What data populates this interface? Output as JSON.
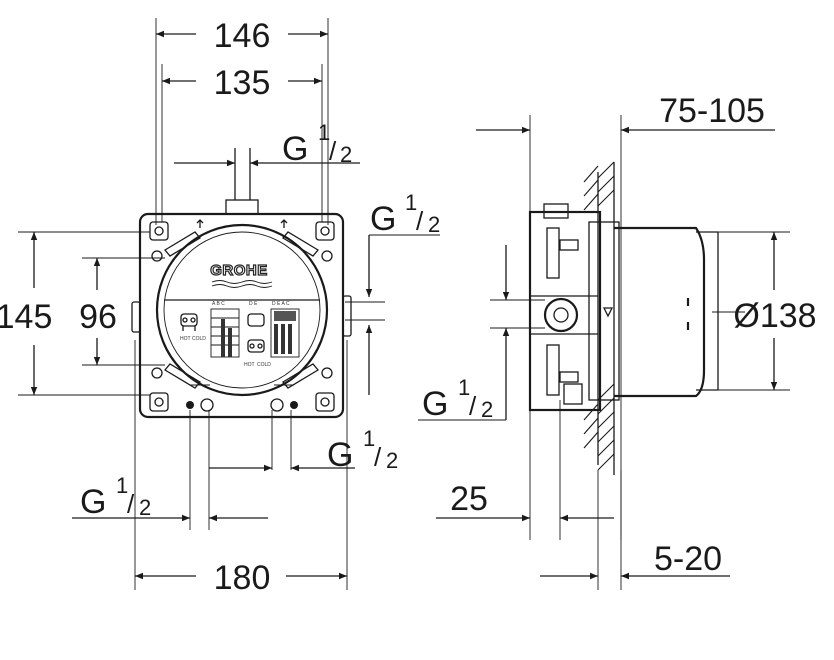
{
  "dimensions": {
    "width_146": "146",
    "width_135": "135",
    "height_145": "145",
    "height_96": "96",
    "width_180": "180",
    "depth_75_105": "75-105",
    "depth_25": "25",
    "depth_5_20": "5-20",
    "diameter_138": "Ø138"
  },
  "thread": {
    "prefix": "G",
    "numerator": "1",
    "denominator": "2"
  },
  "front_view": {
    "logo": "GROHE",
    "port_labels_left": "A  B  C",
    "port_labels_mid": "D  E",
    "port_labels_right": "D E A C",
    "hot_label": "HOT",
    "cold_label": "COLD"
  }
}
